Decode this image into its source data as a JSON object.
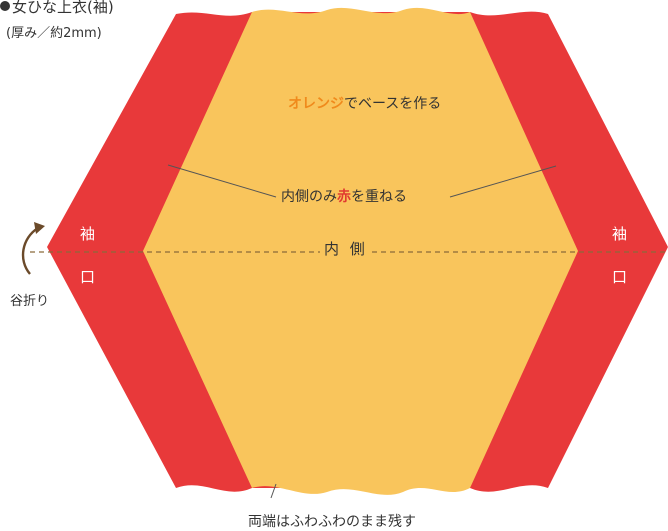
{
  "title": {
    "main": "女ひな上衣(袖)",
    "sub": "(厚み／約2mm)"
  },
  "notes": {
    "base_orange": "オレンジ",
    "base_rest": "でベースを作る",
    "inner_prefix": "内側のみ",
    "inner_red": "赤",
    "inner_suffix": "を重ねる",
    "inner_side": "内 側",
    "fold": "谷折り",
    "edges": "両端はふわふわのまま残す"
  },
  "sleeve_label": {
    "left_top": "袖",
    "left_bottom": "口",
    "right_top": "袖",
    "right_bottom": "口"
  },
  "colors": {
    "orange_base": "#f9c55c",
    "red_layer": "#e8393a",
    "text": "#333333",
    "accent_orange_text": "#f08a1c",
    "accent_red_text": "#e13a30",
    "arrow": "#6b4a2a"
  }
}
